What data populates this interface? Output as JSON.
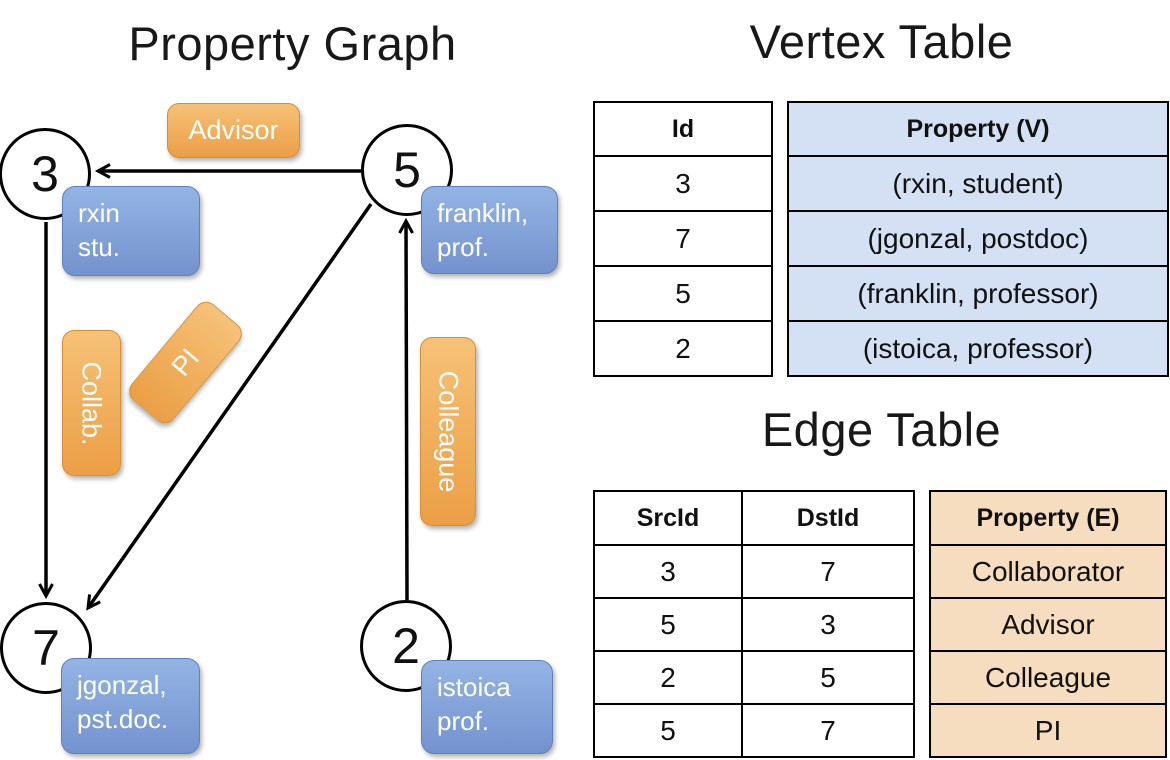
{
  "graph": {
    "title": "Property Graph",
    "nodes": [
      {
        "id": "3",
        "label_line1": "rxin",
        "label_line2": "stu."
      },
      {
        "id": "5",
        "label_line1": "franklin,",
        "label_line2": "prof."
      },
      {
        "id": "7",
        "label_line1": "jgonzal,",
        "label_line2": "pst.doc."
      },
      {
        "id": "2",
        "label_line1": "istoica",
        "label_line2": "prof."
      }
    ],
    "edge_labels": {
      "advisor": "Advisor",
      "collab": "Collab.",
      "pi": "PI",
      "colleague": "Colleague"
    }
  },
  "vertex_table": {
    "title": "Vertex Table",
    "columns": {
      "id": "Id",
      "property": "Property (V)"
    },
    "rows": [
      {
        "id": "3",
        "property": "(rxin, student)"
      },
      {
        "id": "7",
        "property": "(jgonzal, postdoc)"
      },
      {
        "id": "5",
        "property": "(franklin, professor)"
      },
      {
        "id": "2",
        "property": "(istoica, professor)"
      }
    ]
  },
  "edge_table": {
    "title": "Edge Table",
    "columns": {
      "src": "SrcId",
      "dst": "DstId",
      "property": "Property (E)"
    },
    "rows": [
      {
        "src": "3",
        "dst": "7",
        "property": "Collaborator"
      },
      {
        "src": "5",
        "dst": "3",
        "property": "Advisor"
      },
      {
        "src": "2",
        "dst": "5",
        "property": "Colleague"
      },
      {
        "src": "5",
        "dst": "7",
        "property": "PI"
      }
    ]
  },
  "colors": {
    "node_fill": "#ffffff",
    "edge_stroke": "#000000",
    "vertex_property_bg": "#d4e0f4",
    "edge_property_bg": "#f7ddc0",
    "vertex_box_top": "#94b4e5",
    "vertex_box_bottom": "#7492ce",
    "edge_label_top": "#f6c177",
    "edge_label_bottom": "#eb9f45"
  }
}
